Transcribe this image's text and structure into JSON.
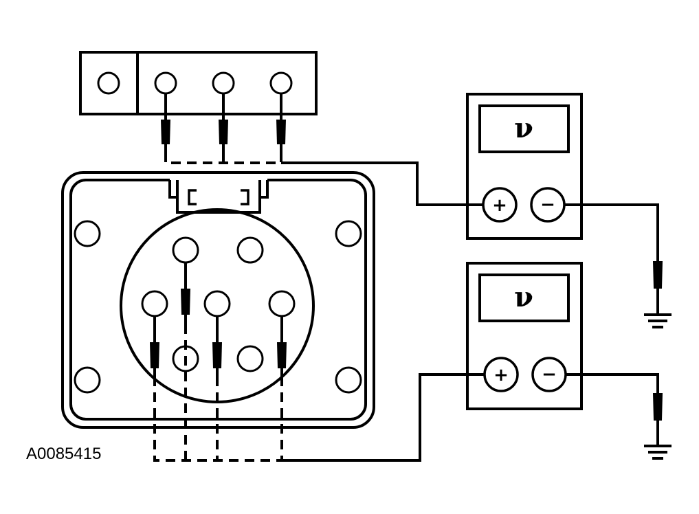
{
  "figure": {
    "reference_id": "A0085415"
  },
  "meters": [
    {
      "display_symbol": "ν",
      "positive_label": "+",
      "negative_label": "−"
    },
    {
      "display_symbol": "ν",
      "positive_label": "+",
      "negative_label": "−"
    }
  ]
}
